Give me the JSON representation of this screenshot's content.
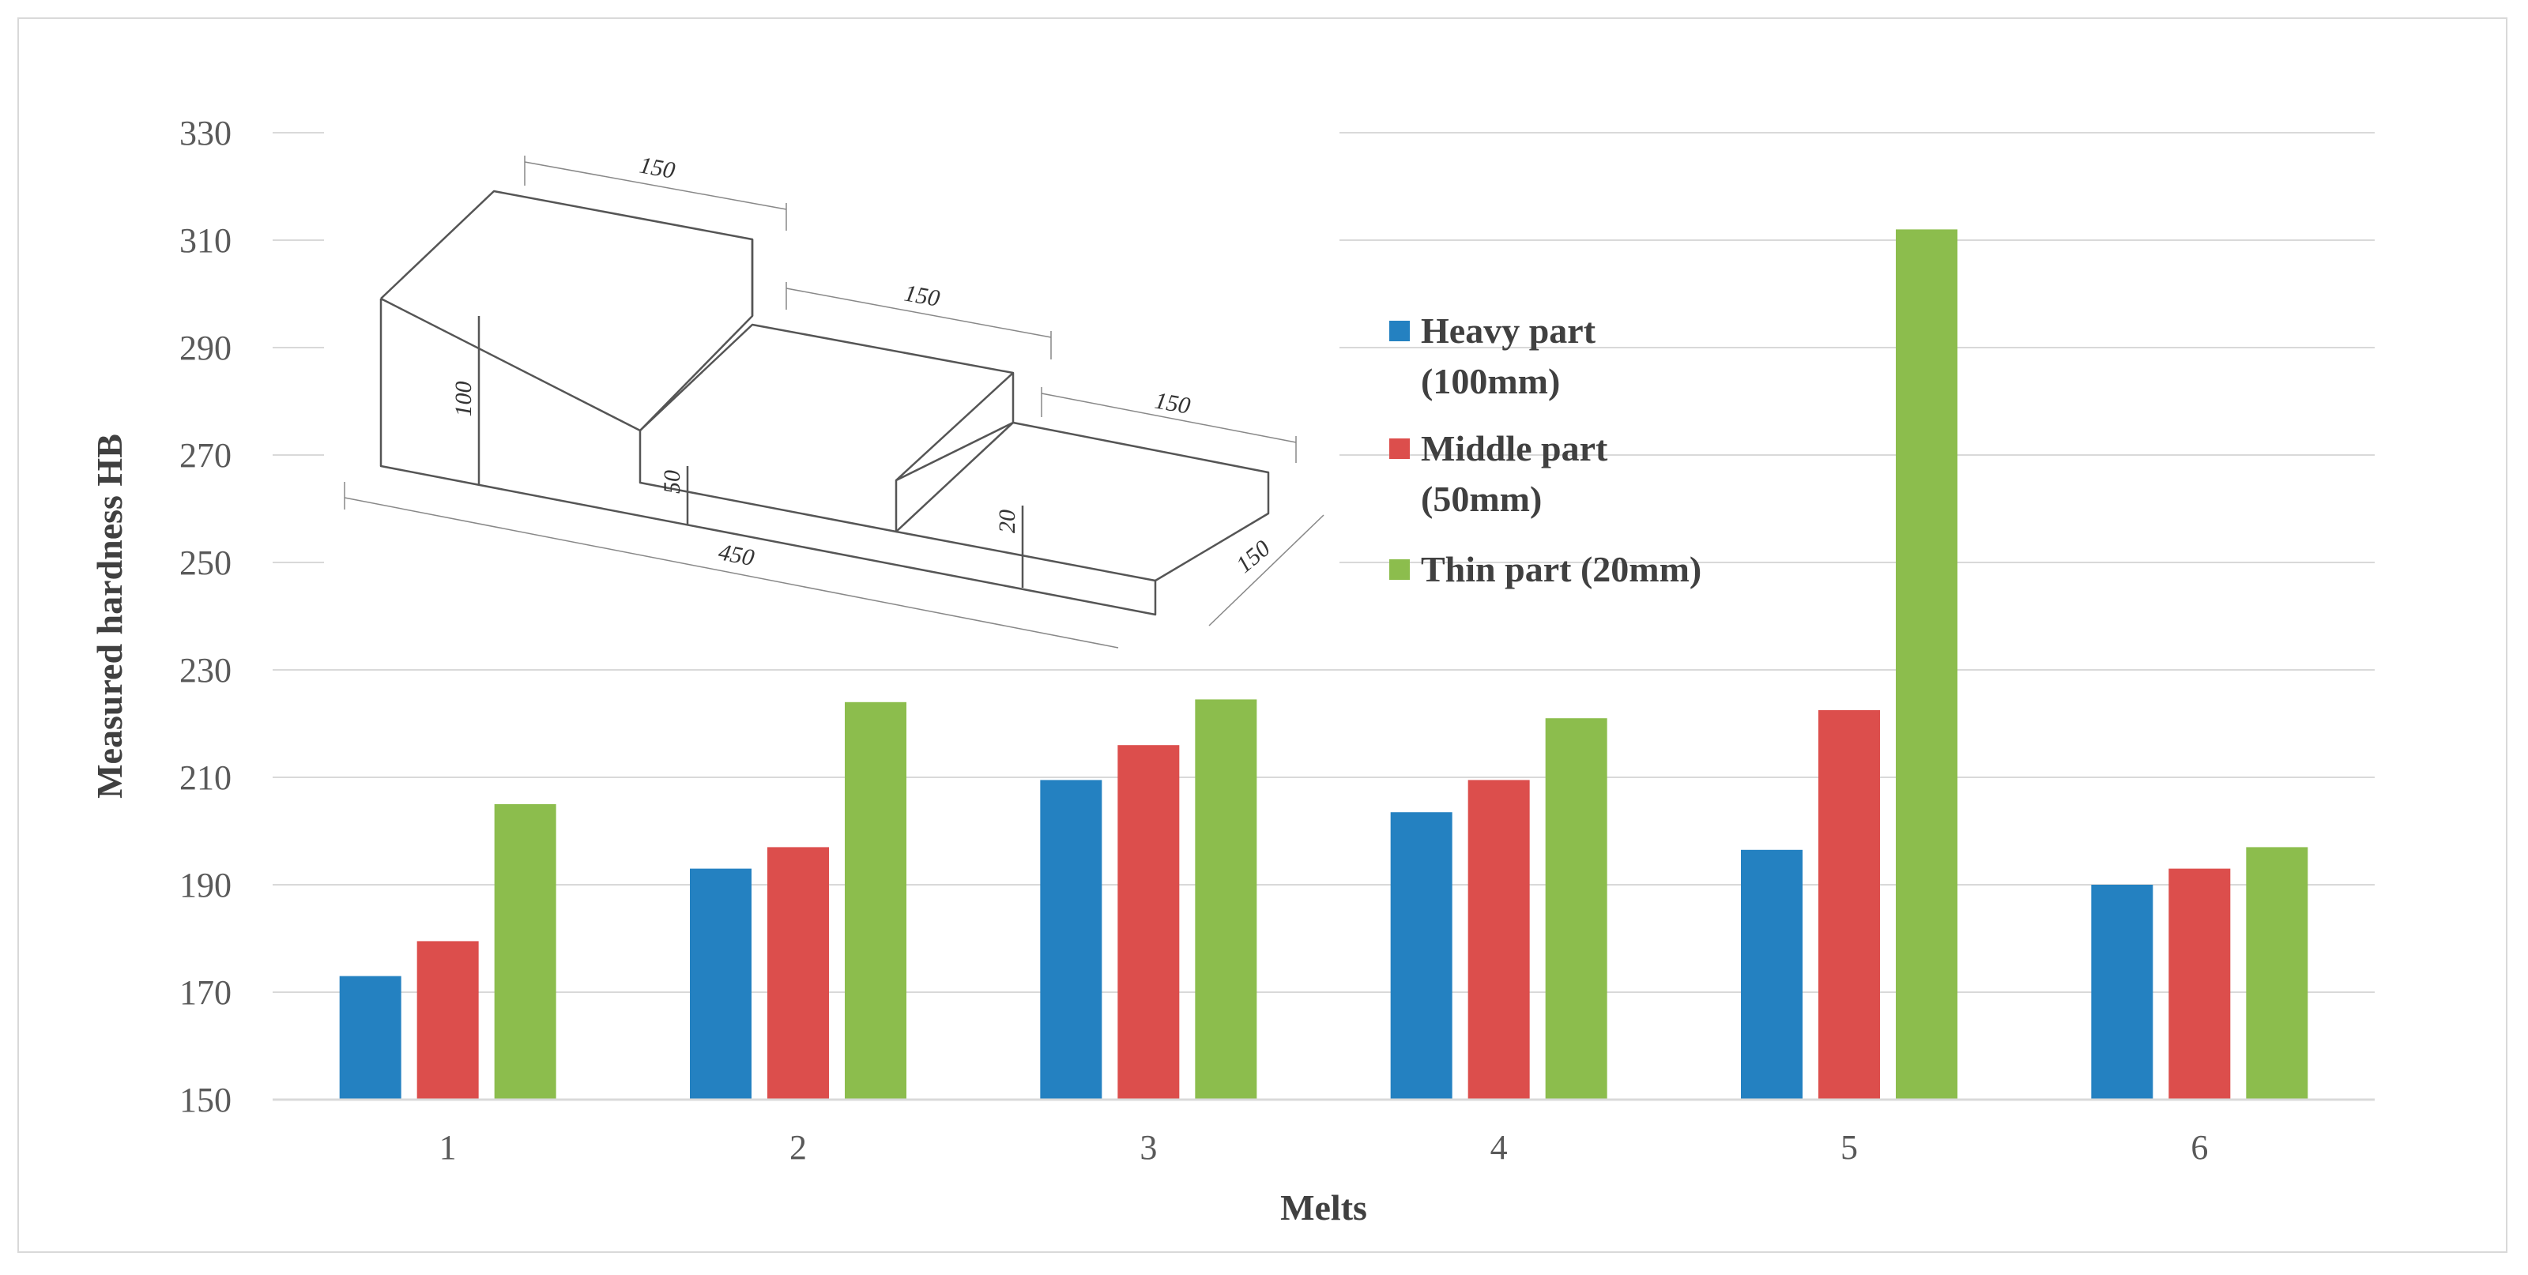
{
  "chart_data": {
    "type": "bar",
    "title": "",
    "xlabel": "Melts",
    "ylabel": "Measured hardness HB",
    "categories": [
      "1",
      "2",
      "3",
      "4",
      "5",
      "6"
    ],
    "ylim": [
      150,
      330
    ],
    "yticks": [
      "150",
      "170",
      "190",
      "210",
      "230",
      "250",
      "270",
      "290",
      "310",
      "330"
    ],
    "grid": true,
    "legend_position": "right, inside plot",
    "series": [
      {
        "name": "Heavy part (100mm)",
        "legend_lines": [
          "Heavy part",
          "(100mm)"
        ],
        "color": "#2481c1",
        "values": [
          173,
          193,
          209.5,
          203.5,
          196.5,
          190
        ]
      },
      {
        "name": "Middle part (50mm)",
        "legend_lines": [
          "Middle part",
          "(50mm)"
        ],
        "color": "#dc4e4c",
        "values": [
          179.5,
          197,
          216,
          209.5,
          222.5,
          193
        ]
      },
      {
        "name": "Thin part (20mm)",
        "legend_lines": [
          "Thin part (20mm)"
        ],
        "color": "#8cbd4d",
        "values": [
          205,
          224,
          224.5,
          221,
          312,
          197
        ]
      }
    ],
    "inset_dimensions": [
      "150",
      "150",
      "150",
      "100",
      "50",
      "20",
      "450",
      "150"
    ]
  }
}
